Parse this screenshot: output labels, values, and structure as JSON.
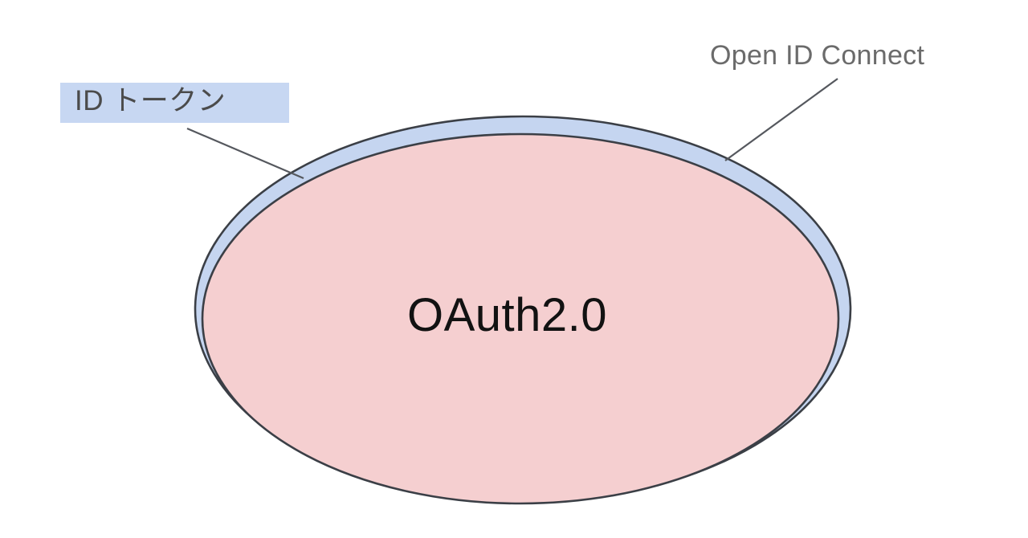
{
  "diagram": {
    "title_text": "OAuth2.0",
    "type": "venn-nested-ellipses",
    "background_color": "#ffffff",
    "shapes": {
      "outer_ellipse": {
        "name": "Open ID Connect",
        "fill_color": "#c5d5f0",
        "stroke_color": "#3b3f46"
      },
      "inner_ellipse": {
        "name": "OAuth2.0",
        "fill_color": "#f5cfd0",
        "stroke_color": "#3b3f46"
      }
    },
    "labels": {
      "id_token": {
        "text": "ID トークン",
        "highlight_color": "#c7d7f2",
        "text_color": "#4b4b4b"
      },
      "open_id_connect": {
        "text": "Open ID Connect",
        "text_color": "#6b6b6b"
      },
      "oauth": {
        "text": "OAuth2.0",
        "text_color": "#121212"
      }
    },
    "leader_lines": {
      "stroke_color": "#55585e",
      "id_token_line": "from ID token label down-right to outer blue band",
      "oidc_line": "from Open ID Connect label down-left to outer blue band"
    }
  }
}
